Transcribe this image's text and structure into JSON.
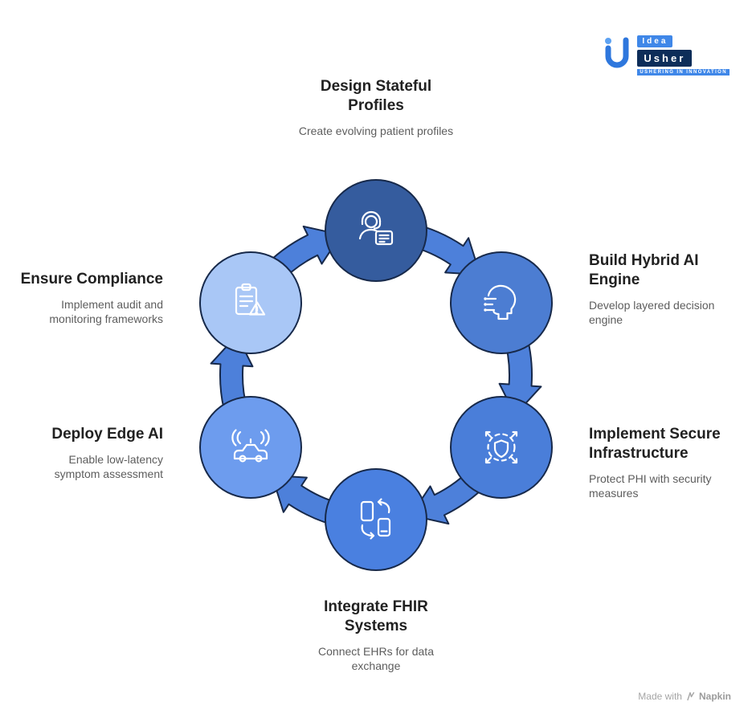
{
  "diagram": {
    "arrow_color": "#4d80da",
    "outline_color": "#17294a"
  },
  "nodes": [
    {
      "id": "design-stateful-profiles",
      "title": "Design Stateful Profiles",
      "subtitle": "Create evolving patient profiles",
      "icon": "patient-profile-icon",
      "color": "#355c9e"
    },
    {
      "id": "build-hybrid-ai-engine",
      "title": "Build Hybrid AI Engine",
      "subtitle": "Develop layered decision engine",
      "icon": "ai-head-icon",
      "color": "#4c7dd2"
    },
    {
      "id": "implement-secure-infrastructure",
      "title": "Implement Secure Infrastructure",
      "subtitle": "Protect PHI with security measures",
      "icon": "shield-network-icon",
      "color": "#4a7ed9"
    },
    {
      "id": "integrate-fhir-systems",
      "title": "Integrate FHIR Systems",
      "subtitle": "Connect EHRs for data exchange",
      "icon": "device-sync-icon",
      "color": "#4a80e0"
    },
    {
      "id": "deploy-edge-ai",
      "title": "Deploy Edge AI",
      "subtitle": "Enable low-latency symptom assessment",
      "icon": "autonomous-car-icon",
      "color": "#6d9cee"
    },
    {
      "id": "ensure-compliance",
      "title": "Ensure Compliance",
      "subtitle": "Implement audit and monitoring frameworks",
      "icon": "clipboard-warning-icon",
      "color": "#a9c7f6"
    }
  ],
  "logo": {
    "line1": "Idea",
    "line2": "Usher",
    "tagline": "USHERING IN INNOVATION"
  },
  "footer": {
    "prefix": "Made with",
    "brand": "Napkin"
  }
}
